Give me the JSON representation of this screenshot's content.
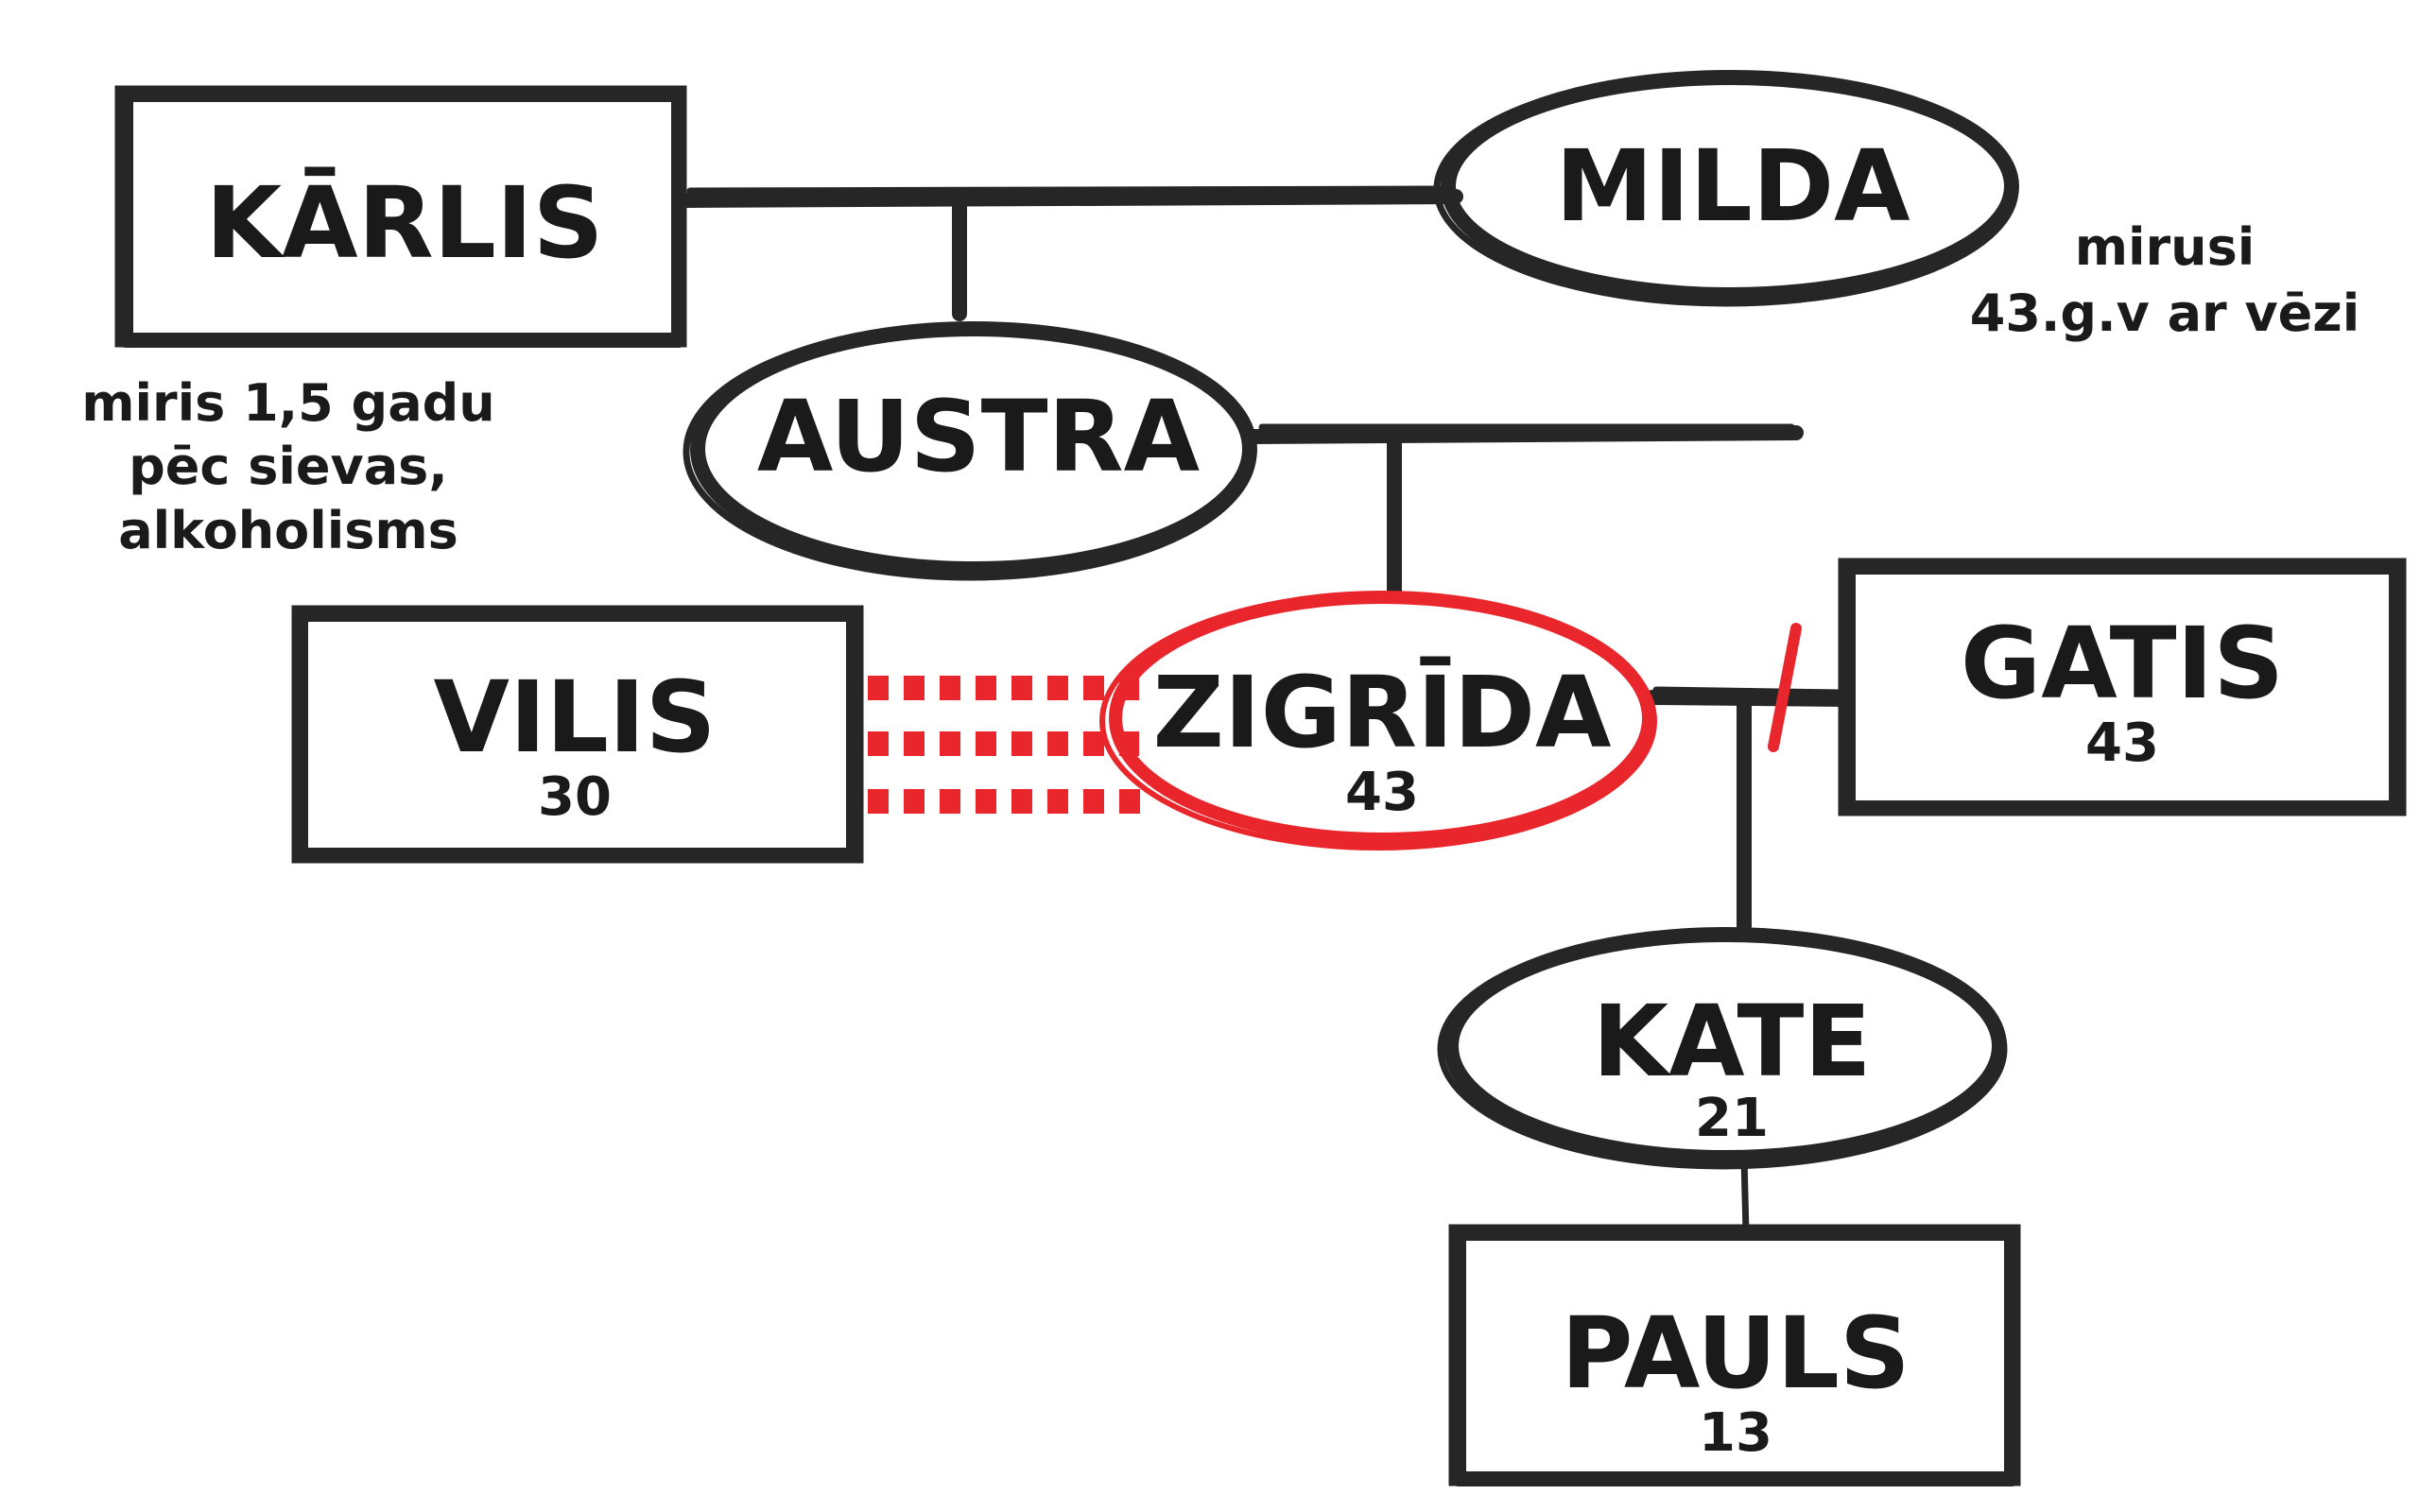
{
  "colors": {
    "stroke": "#262626",
    "text": "#1a1a1a",
    "highlight": "#e8262b",
    "background": "#ffffff"
  },
  "people": {
    "karlis": {
      "name": "KĀRLIS",
      "shape": "square"
    },
    "milda": {
      "name": "MILDA",
      "shape": "circle"
    },
    "austra": {
      "name": "AUSTRA",
      "shape": "circle"
    },
    "vilis": {
      "name": "VILIS",
      "age": "30",
      "shape": "square"
    },
    "zigrida": {
      "name": "ZIGRĪDA",
      "age": "43",
      "shape": "circle"
    },
    "gatis": {
      "name": "GATIS",
      "age": "43",
      "shape": "square"
    },
    "kate": {
      "name": "KATE",
      "age": "21",
      "shape": "circle"
    },
    "pauls": {
      "name": "PAULS",
      "age": "13",
      "shape": "square"
    }
  },
  "notes": {
    "karlis": [
      "miris 1,5 gadu",
      "pēc sievas,",
      "alkoholisms"
    ],
    "milda": [
      "mirusi",
      "43.g.v ar vēzi"
    ]
  }
}
